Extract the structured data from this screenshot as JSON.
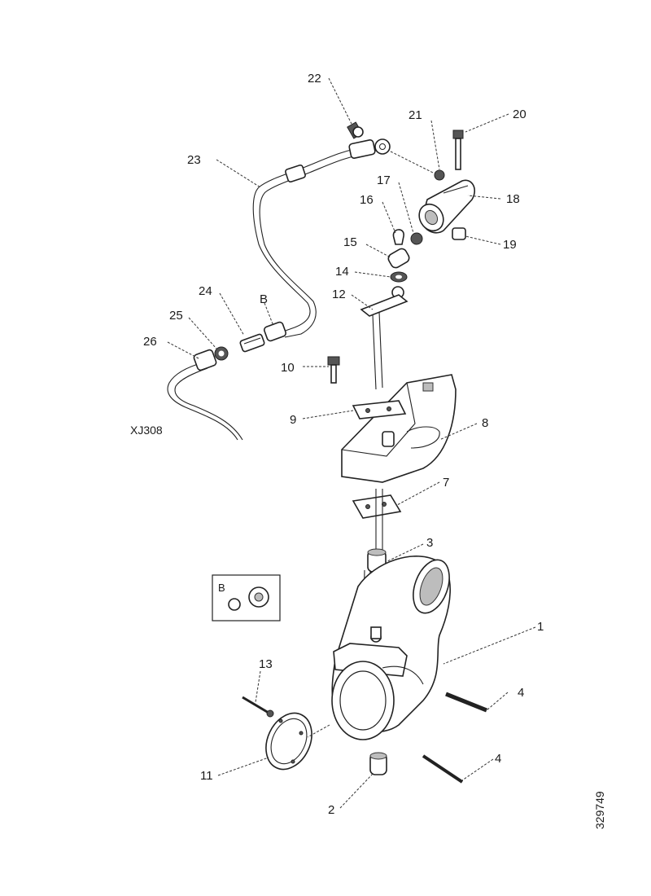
{
  "callouts": [
    {
      "id": "c1",
      "text": "1"
    },
    {
      "id": "c2",
      "text": "2"
    },
    {
      "id": "c3",
      "text": "3"
    },
    {
      "id": "c4a",
      "text": "4"
    },
    {
      "id": "c4b",
      "text": "4"
    },
    {
      "id": "c7",
      "text": "7"
    },
    {
      "id": "c8",
      "text": "8"
    },
    {
      "id": "c9",
      "text": "9"
    },
    {
      "id": "c10",
      "text": "10"
    },
    {
      "id": "c11",
      "text": "11"
    },
    {
      "id": "c12",
      "text": "12"
    },
    {
      "id": "c13",
      "text": "13"
    },
    {
      "id": "c14",
      "text": "14"
    },
    {
      "id": "c15",
      "text": "15"
    },
    {
      "id": "c16",
      "text": "16"
    },
    {
      "id": "c17",
      "text": "17"
    },
    {
      "id": "c18",
      "text": "18"
    },
    {
      "id": "c19",
      "text": "19"
    },
    {
      "id": "c20",
      "text": "20"
    },
    {
      "id": "c21",
      "text": "21"
    },
    {
      "id": "c22",
      "text": "22"
    },
    {
      "id": "c23",
      "text": "23"
    },
    {
      "id": "c24",
      "text": "24"
    },
    {
      "id": "c25",
      "text": "25"
    },
    {
      "id": "c26",
      "text": "26"
    },
    {
      "id": "cB",
      "text": "B"
    }
  ],
  "detail_box_label": "B",
  "hose_ref": "XJ308",
  "drawing_number": "329749"
}
